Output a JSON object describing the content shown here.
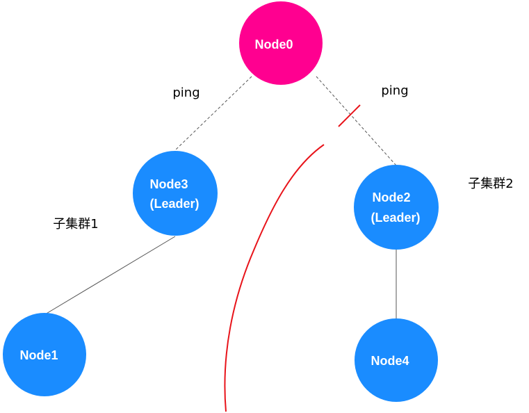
{
  "nodes": {
    "node0": {
      "lines": [
        "Node0"
      ],
      "color": "#ff0090"
    },
    "node3": {
      "lines": [
        "Node3",
        "(Leader)"
      ],
      "color": "#1a8cff"
    },
    "node2": {
      "lines": [
        "Node2",
        "(Leader)"
      ],
      "color": "#1a8cff"
    },
    "node1": {
      "lines": [
        "Node1"
      ],
      "color": "#1a8cff"
    },
    "node4": {
      "lines": [
        "Node4"
      ],
      "color": "#1a8cff"
    }
  },
  "labels": {
    "ping_left": "ping",
    "ping_right": "ping",
    "cluster1": "子集群1",
    "cluster2": "子集群2"
  },
  "colors": {
    "partition_line": "#e8131a",
    "dashed_link": "#555555",
    "solid_link": "#555555"
  }
}
